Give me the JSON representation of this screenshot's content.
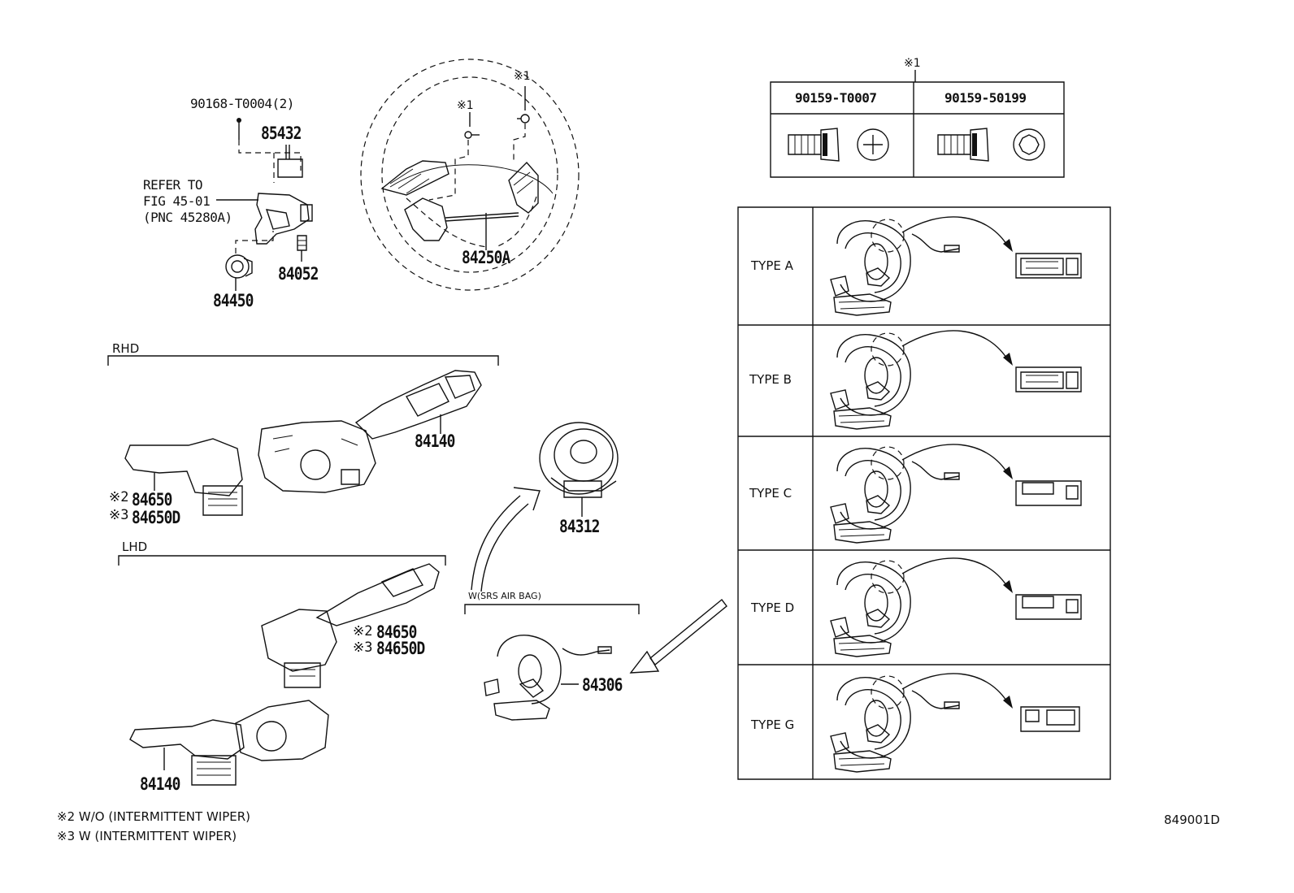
{
  "parts": {
    "bolt_top": "90168-T0004(2)",
    "p85432": "85432",
    "refer": [
      "REFER TO",
      "FIG 45-01",
      "(PNC 45280A)"
    ],
    "p84052": "84052",
    "p84450": "84450",
    "p84250a": "84250A",
    "p84140_rhd": "84140",
    "p84650_rhd": "84650",
    "p84650d_rhd": "84650D",
    "p84312": "84312",
    "p84650_lhd": "84650",
    "p84650d_lhd": "84650D",
    "p84140_lhd": "84140",
    "p84306": "84306"
  },
  "marks": {
    "note1": "※1",
    "note2": "※2",
    "note3": "※3"
  },
  "sections": {
    "rhd": "RHD",
    "lhd": "LHD",
    "srs": "W(SRS AIR BAG)"
  },
  "screw_table": {
    "header_mark": "※1",
    "col1": "90159-T0007",
    "col2": "90159-50199"
  },
  "types": [
    "TYPE A",
    "TYPE B",
    "TYPE C",
    "TYPE D",
    "TYPE G"
  ],
  "footnotes": {
    "n2": "※2 W/O (INTERMITTENT WIPER)",
    "n3": "※3 W (INTERMITTENT WIPER)"
  },
  "figure_id": "849001D"
}
